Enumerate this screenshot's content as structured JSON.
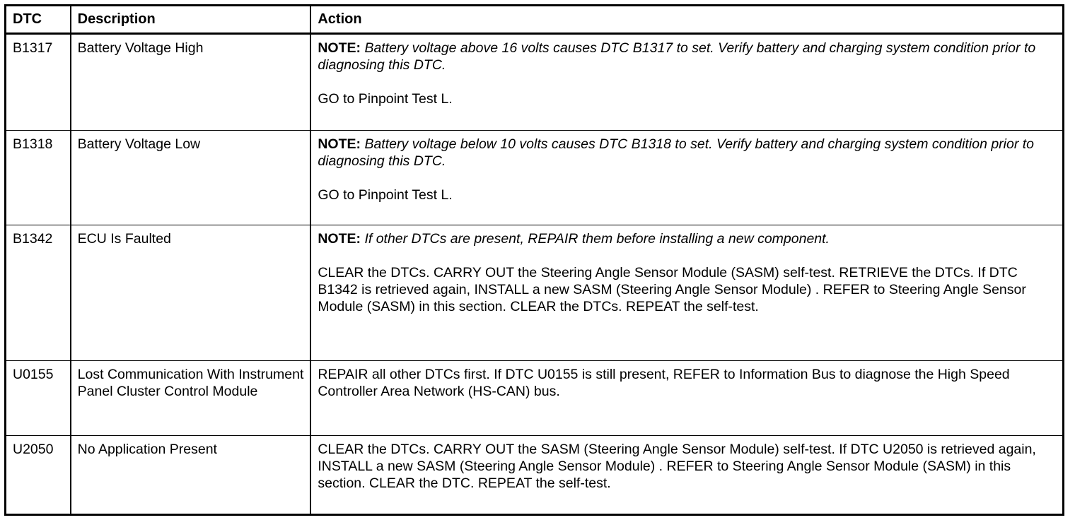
{
  "table": {
    "columns": [
      {
        "key": "dtc",
        "label": "DTC"
      },
      {
        "key": "description",
        "label": "Description"
      },
      {
        "key": "action",
        "label": "Action"
      }
    ],
    "rows": [
      {
        "dtc": "B1317",
        "description": "Battery Voltage High",
        "action": {
          "note_label": "NOTE:",
          "note_text": "Battery voltage above 16 volts causes DTC B1317 to set. Verify battery and charging system condition prior to diagnosing this DTC.",
          "body": [
            "GO to Pinpoint Test L."
          ]
        }
      },
      {
        "dtc": "B1318",
        "description": "Battery Voltage Low",
        "action": {
          "note_label": "NOTE:",
          "note_text": "Battery voltage below 10 volts causes DTC B1318 to set. Verify battery and charging system condition prior to diagnosing this DTC.",
          "body": [
            "GO to Pinpoint Test L."
          ]
        }
      },
      {
        "dtc": "B1342",
        "description": "ECU Is Faulted",
        "action": {
          "note_label": "NOTE:",
          "note_text": "If other DTCs are present, REPAIR them before installing a new component.",
          "body": [
            "CLEAR the DTCs. CARRY OUT the Steering Angle Sensor Module (SASM) self-test. RETRIEVE the DTCs. If DTC B1342 is retrieved again, INSTALL a new SASM (Steering Angle Sensor Module) . REFER to Steering Angle Sensor Module (SASM) in this section. CLEAR the DTCs. REPEAT the self-test."
          ]
        }
      },
      {
        "dtc": "U0155",
        "description": "Lost Communication With Instrument Panel Cluster Control Module",
        "action": {
          "note_label": "",
          "note_text": "",
          "body": [
            "REPAIR all other DTCs first. If DTC U0155 is still present, REFER to Information Bus to diagnose the High Speed Controller Area Network (HS-CAN) bus."
          ]
        }
      },
      {
        "dtc": "U2050",
        "description": "No Application Present",
        "action": {
          "note_label": "",
          "note_text": "",
          "body": [
            "CLEAR the DTCs. CARRY OUT the SASM (Steering Angle Sensor Module) self-test. If DTC U2050 is retrieved again, INSTALL a new SASM (Steering Angle Sensor Module) . REFER to Steering Angle Sensor Module (SASM) in this section. CLEAR the DTC. REPEAT the self-test."
          ]
        }
      }
    ]
  },
  "colors": {
    "text": "#000000",
    "background": "#ffffff",
    "border": "#000000"
  }
}
